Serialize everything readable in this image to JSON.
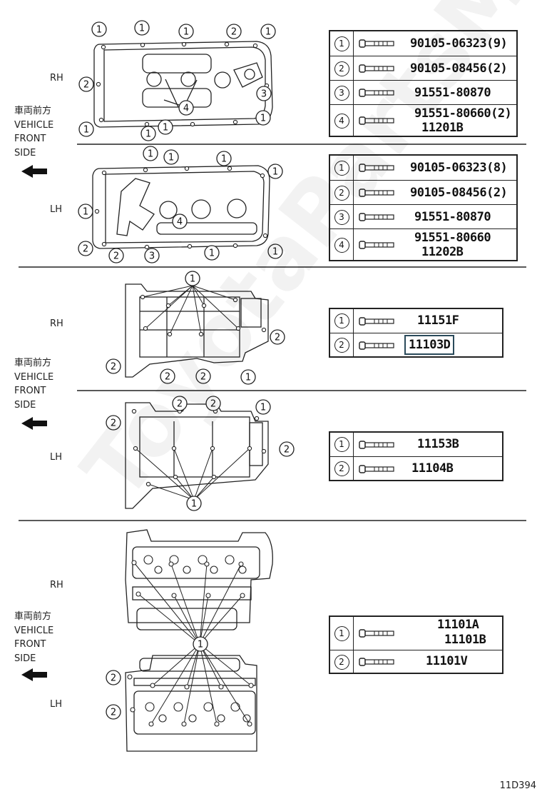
{
  "sections": [
    {
      "id": "cam_cover",
      "side_labels": [
        "RH",
        "LH"
      ],
      "front_label": [
        "車両前方",
        "VEHICLE",
        "FRONT",
        "SIDE"
      ],
      "tables": [
        {
          "side": "RH",
          "rows": [
            {
              "n": "1",
              "parts": [
                "90105-06323(9)"
              ]
            },
            {
              "n": "2",
              "parts": [
                "90105-08456(2)"
              ]
            },
            {
              "n": "3",
              "parts": [
                "91551-80870"
              ]
            },
            {
              "n": "4",
              "parts": [
                "91551-80660(2)",
                "11201B"
              ]
            }
          ]
        },
        {
          "side": "LH",
          "rows": [
            {
              "n": "1",
              "parts": [
                "90105-06323(8)"
              ]
            },
            {
              "n": "2",
              "parts": [
                "90105-08456(2)"
              ]
            },
            {
              "n": "3",
              "parts": [
                "91551-80870"
              ]
            },
            {
              "n": "4",
              "parts": [
                "91551-80660",
                "11202B"
              ]
            }
          ]
        }
      ],
      "callouts_rh": [
        "1",
        "1",
        "1",
        "2",
        "2",
        "1",
        "3",
        "4",
        "1",
        "1",
        "1",
        "1"
      ],
      "callouts_lh": [
        "1",
        "1",
        "1",
        "1",
        "1",
        "4",
        "2",
        "2",
        "3",
        "1",
        "1"
      ]
    },
    {
      "id": "head_upper",
      "side_labels": [
        "RH",
        "LH"
      ],
      "front_label": [
        "車両前方",
        "VEHICLE",
        "FRONT",
        "SIDE"
      ],
      "tables": [
        {
          "side": "RH",
          "rows": [
            {
              "n": "1",
              "parts": [
                "11151F"
              ]
            },
            {
              "n": "2",
              "parts": [
                "11103D"
              ],
              "highlight": true
            }
          ]
        },
        {
          "side": "LH",
          "rows": [
            {
              "n": "1",
              "parts": [
                "11153B"
              ]
            },
            {
              "n": "2",
              "parts": [
                "11104B"
              ]
            }
          ]
        }
      ],
      "callouts_rh": [
        "1",
        "2",
        "2",
        "2",
        "2",
        "1"
      ],
      "callouts_lh": [
        "2",
        "2",
        "2",
        "1",
        "2",
        "1"
      ]
    },
    {
      "id": "head_bolts",
      "side_labels": [
        "RH",
        "LH"
      ],
      "front_label": [
        "車両前方",
        "VEHICLE",
        "FRONT",
        "SIDE"
      ],
      "tables": [
        {
          "side": "RH/LH",
          "rows": [
            {
              "n": "1",
              "parts": [
                "11101A",
                "11101B"
              ]
            },
            {
              "n": "2",
              "parts": [
                "11101V"
              ]
            }
          ]
        }
      ],
      "callouts": [
        "1",
        "2",
        "2"
      ]
    }
  ],
  "illustration_code": "11D394",
  "watermark": "ToyotaPartsMind",
  "colors": {
    "line": "#222222",
    "highlight": "#2a4a5a"
  }
}
